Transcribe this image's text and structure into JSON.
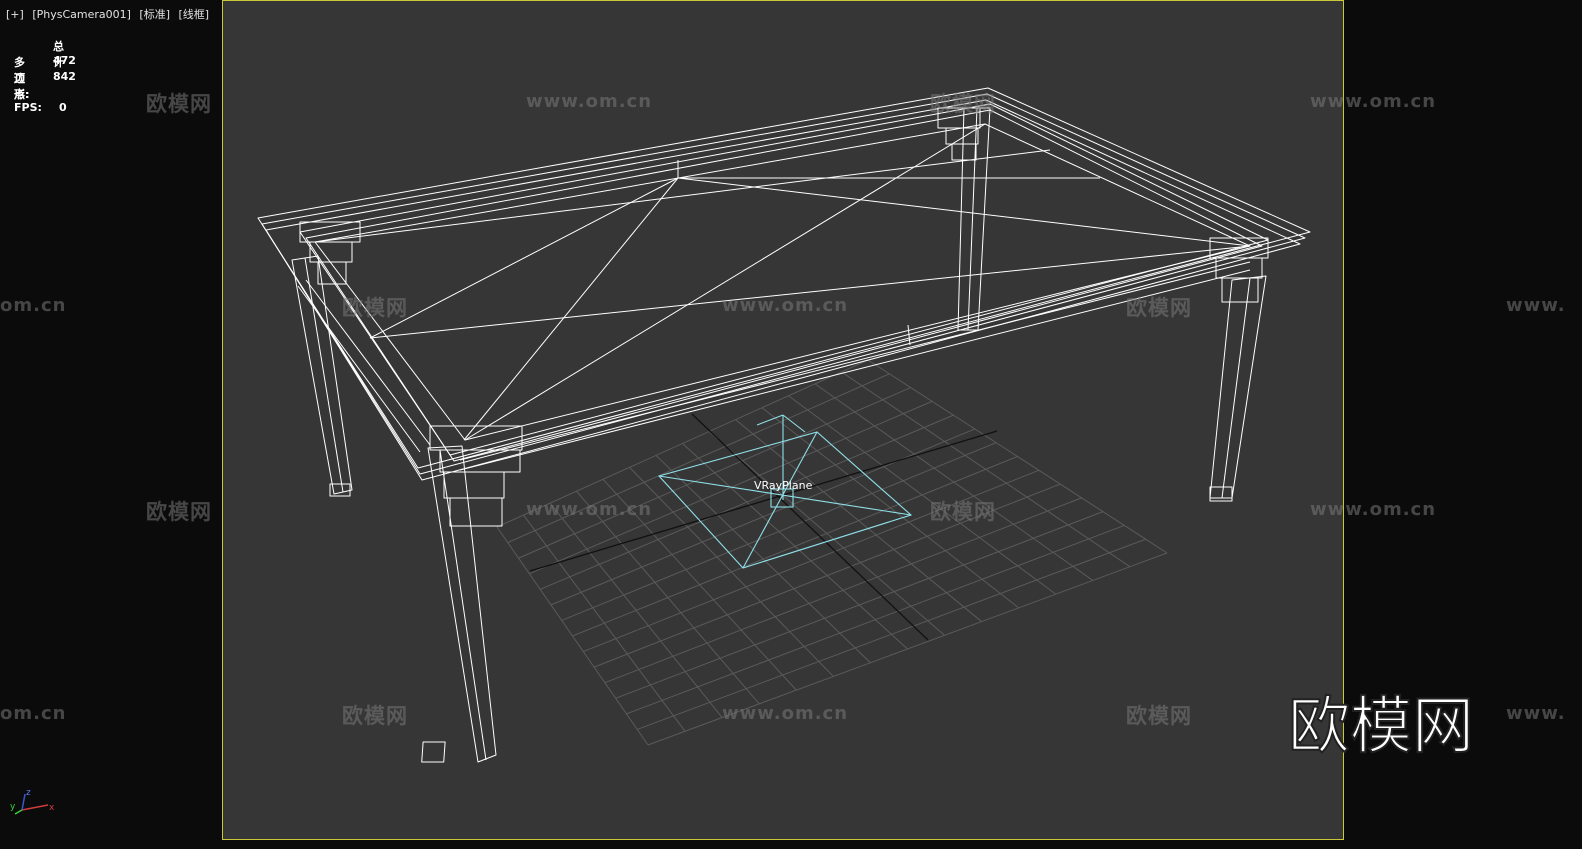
{
  "viewport": {
    "labels": [
      "[+]",
      "[PhysCamera001]",
      "[标准]",
      "[线框]"
    ],
    "frame_color": "#c9c93a",
    "background": "#363636"
  },
  "stats": {
    "header": "总计",
    "polygons_label": "多边形:",
    "polygons_value": "472",
    "vertices_label": "顶点:",
    "vertices_value": "842",
    "fps_label": "FPS:",
    "fps_value": "0"
  },
  "scene": {
    "object_label": "VRayPlane",
    "wire_color": "#ffffff",
    "plane_color": "#8fe0e8"
  },
  "watermarks": {
    "brand": "欧模网",
    "site": "www.om.cn",
    "site_partial": "om.cn",
    "site_partial_right": "www.",
    "large": "欧模网"
  },
  "axis_tripod": {
    "x_label": "x",
    "y_label": "y",
    "z_label": "z"
  }
}
